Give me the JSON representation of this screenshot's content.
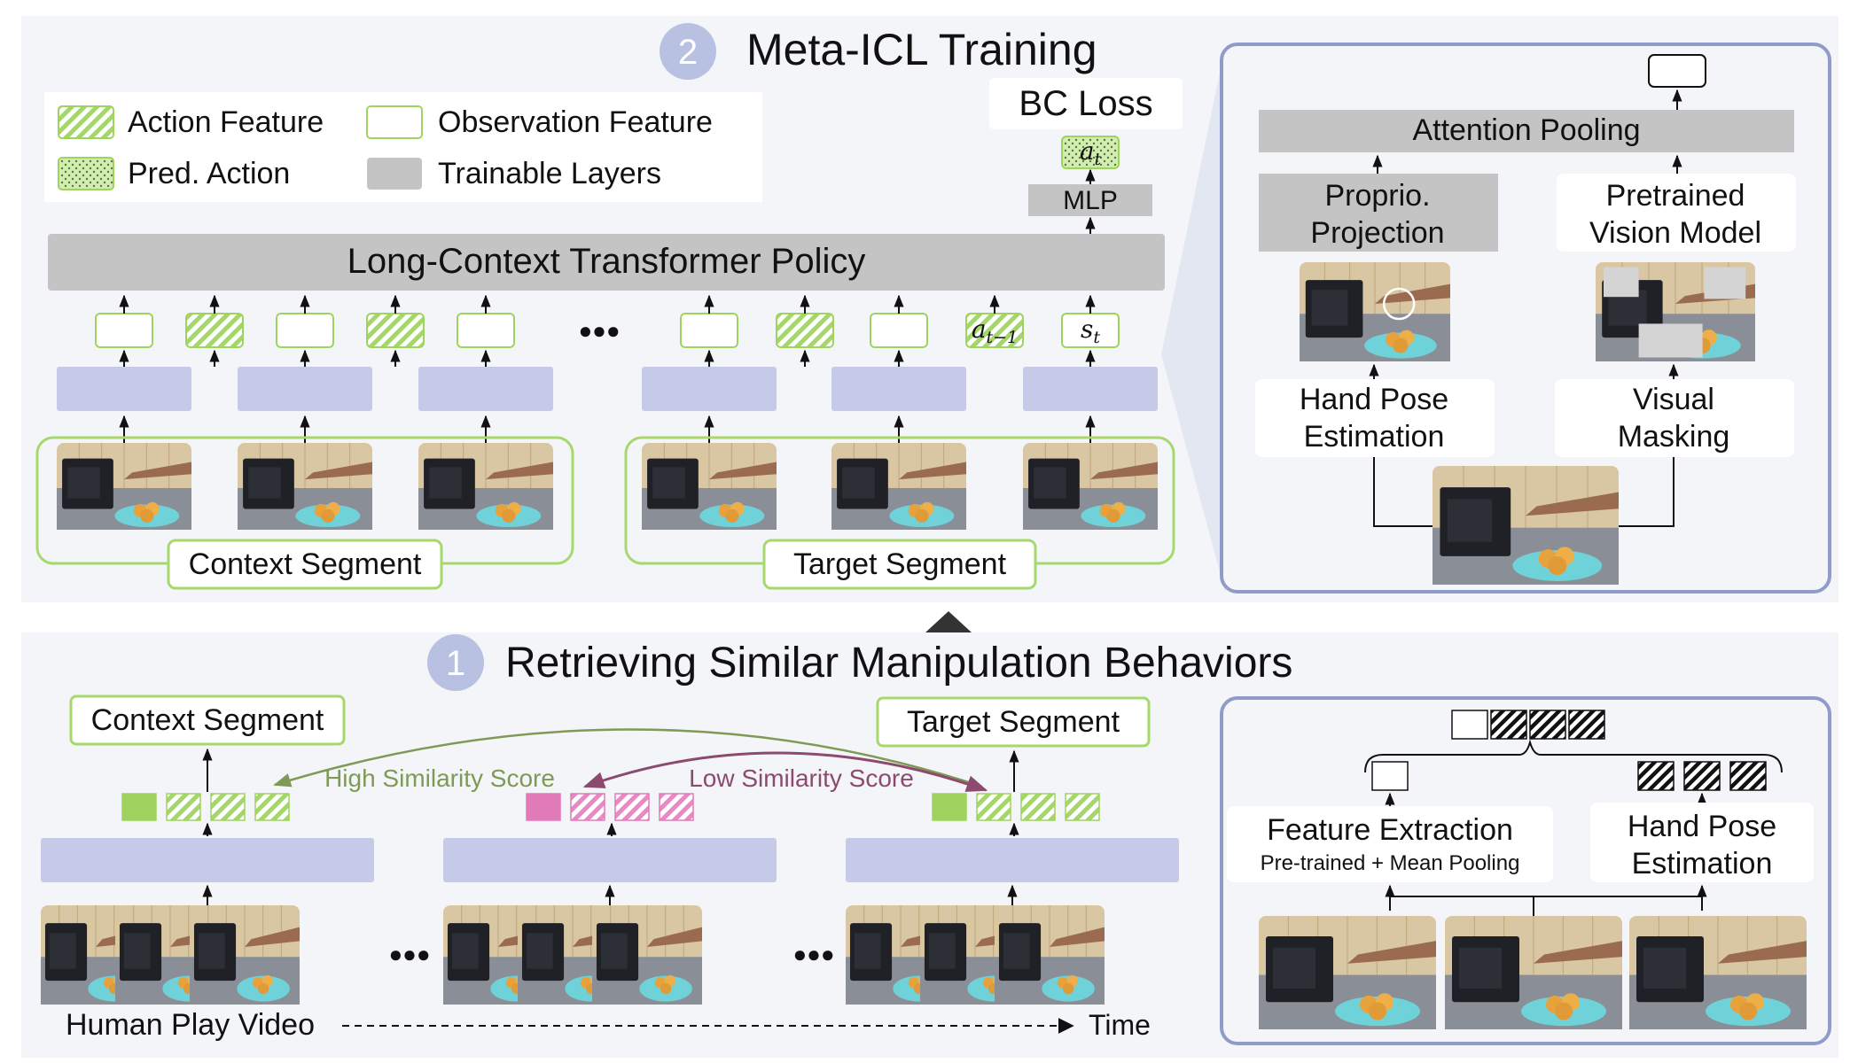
{
  "diagram": {
    "training_section": {
      "step_number": "2",
      "title": "Meta-ICL Training",
      "legend": {
        "action_feature": "Action Feature",
        "pred_action": "Pred. Action",
        "observation_feature": "Observation Feature",
        "trainable_layers": "Trainable Layers"
      },
      "bc_loss": "BC Loss",
      "mlp": "MLP",
      "pred_token": {
        "base": "a",
        "sub": "t"
      },
      "prev_action_token": {
        "base": "a",
        "sub": "t−1"
      },
      "state_token": {
        "base": "s",
        "sub": "t"
      },
      "transformer": "Long-Context Transformer Policy",
      "ellipsis": "●●●",
      "context_segment": "Context Segment",
      "target_segment": "Target Segment"
    },
    "encoder_detail": {
      "attention_pooling": "Attention Pooling",
      "proprio_projection": [
        "Proprio.",
        "Projection"
      ],
      "pretrained_vision_model": [
        "Pretrained",
        "Vision Model"
      ],
      "hand_pose_estimation": [
        "Hand Pose",
        "Estimation"
      ],
      "visual_masking": [
        "Visual",
        "Masking"
      ]
    },
    "retrieval_section": {
      "step_number": "1",
      "title": "Retrieving Similar Manipulation Behaviors",
      "context_segment": "Context Segment",
      "target_segment": "Target Segment",
      "high_similarity": "High Similarity Score",
      "low_similarity": "Low Similarity Score",
      "ellipsis": "●●●",
      "video_label": "Human Play Video",
      "time_label": "Time"
    },
    "feature_detail": {
      "feature_extraction": "Feature Extraction",
      "feature_extraction_sub": "Pre-trained + Mean Pooling",
      "hand_pose_estimation": [
        "Hand Pose",
        "Estimation"
      ]
    },
    "colors": {
      "green": "#9fd35f",
      "green_dark": "#6aa82f",
      "lavender": "#c5cae8",
      "gray": "#c4c4c4",
      "panel_bg": "#f4f5f8",
      "panel_border": "#8f9cc8",
      "pink": "#e07bb8",
      "high_arrow": "#7e9a55",
      "low_arrow": "#8b4a6e",
      "step_badge": "#b9c1e2"
    }
  }
}
